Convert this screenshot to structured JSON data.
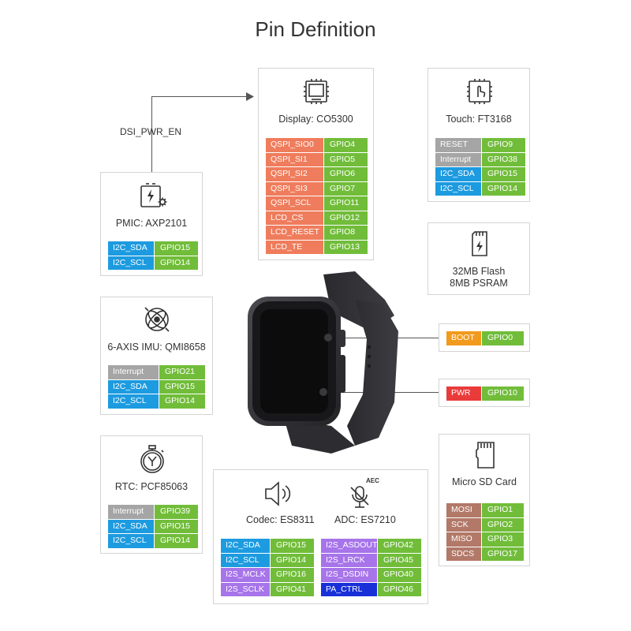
{
  "title": "Pin Definition",
  "colors": {
    "qspi": "#ef7c5c",
    "gpio": "#71bd3a",
    "gray": "#a5a5a5",
    "blue": "#1d9be0",
    "purple": "#a774ea",
    "navy": "#1930d8",
    "boot": "#f29a1c",
    "pwr": "#ea3b3b",
    "sd": "#b27868",
    "card_border": "#d4d4d4",
    "line": "#555555"
  },
  "dsi_label": "DSI_PWR_EN",
  "display": {
    "caption": "Display: CO5300",
    "icon": "display-chip-icon",
    "rows": [
      {
        "pin": "QSPI_SIO0",
        "gpio": "GPIO4",
        "color": "qspi"
      },
      {
        "pin": "QSPI_SI1",
        "gpio": "GPIO5",
        "color": "qspi"
      },
      {
        "pin": "QSPI_SI2",
        "gpio": "GPIO6",
        "color": "qspi"
      },
      {
        "pin": "QSPI_SI3",
        "gpio": "GPIO7",
        "color": "qspi"
      },
      {
        "pin": "QSPI_SCL",
        "gpio": "GPIO11",
        "color": "qspi"
      },
      {
        "pin": "LCD_CS",
        "gpio": "GPIO12",
        "color": "qspi"
      },
      {
        "pin": "LCD_RESET",
        "gpio": "GPIO8",
        "color": "qspi"
      },
      {
        "pin": "LCD_TE",
        "gpio": "GPIO13",
        "color": "qspi"
      }
    ]
  },
  "touch": {
    "caption": "Touch: FT3168",
    "icon": "touch-chip-icon",
    "rows": [
      {
        "pin": "RESET",
        "gpio": "GPIO9",
        "color": "gray"
      },
      {
        "pin": "Interrupt",
        "gpio": "GPIO38",
        "color": "gray"
      },
      {
        "pin": "I2C_SDA",
        "gpio": "GPIO15",
        "color": "blue"
      },
      {
        "pin": "I2C_SCL",
        "gpio": "GPIO14",
        "color": "blue"
      }
    ]
  },
  "pmic": {
    "caption": "PMIC: AXP2101",
    "icon": "battery-gear-icon",
    "rows": [
      {
        "pin": "I2C_SDA",
        "gpio": "GPIO15",
        "color": "blue"
      },
      {
        "pin": "I2C_SCL",
        "gpio": "GPIO14",
        "color": "blue"
      }
    ]
  },
  "flash": {
    "caption_line1": "32MB Flash",
    "caption_line2": "8MB PSRAM",
    "icon": "sd-flash-icon"
  },
  "imu": {
    "caption": "6-AXIS IMU: QMI8658",
    "icon": "gyroscope-icon",
    "rows": [
      {
        "pin": "Interrupt",
        "gpio": "GPIO21",
        "color": "gray"
      },
      {
        "pin": "I2C_SDA",
        "gpio": "GPIO15",
        "color": "blue"
      },
      {
        "pin": "I2C_SCL",
        "gpio": "GPIO14",
        "color": "blue"
      }
    ]
  },
  "boot": {
    "pin": "BOOT",
    "gpio": "GPIO0",
    "color": "boot"
  },
  "pwr": {
    "pin": "PWR",
    "gpio": "GPIO10",
    "color": "pwr"
  },
  "rtc": {
    "caption": "RTC: PCF85063",
    "icon": "stopwatch-icon",
    "rows": [
      {
        "pin": "Interrupt",
        "gpio": "GPIO39",
        "color": "gray"
      },
      {
        "pin": "I2C_SDA",
        "gpio": "GPIO15",
        "color": "blue"
      },
      {
        "pin": "I2C_SCL",
        "gpio": "GPIO14",
        "color": "blue"
      }
    ]
  },
  "audio": {
    "codec_caption": "Codec: ES8311",
    "adc_caption": "ADC: ES7210",
    "codec_icon": "speaker-icon",
    "adc_icon": "microphone-aec-icon",
    "aec_label": "AEC",
    "codec_rows": [
      {
        "pin": "I2C_SDA",
        "gpio": "GPIO15",
        "color": "blue"
      },
      {
        "pin": "I2C_SCL",
        "gpio": "GPIO14",
        "color": "blue"
      },
      {
        "pin": "I2S_MCLK",
        "gpio": "GPIO16",
        "color": "purple"
      },
      {
        "pin": "I2S_SCLK",
        "gpio": "GPIO41",
        "color": "purple"
      }
    ],
    "adc_rows": [
      {
        "pin": "I2S_ASDOUT",
        "gpio": "GPIO42",
        "color": "purple"
      },
      {
        "pin": "I2S_LRCK",
        "gpio": "GPIO45",
        "color": "purple"
      },
      {
        "pin": "I2S_DSDIN",
        "gpio": "GPIO40",
        "color": "purple"
      },
      {
        "pin": "PA_CTRL",
        "gpio": "GPIO46",
        "color": "navy"
      }
    ]
  },
  "sd": {
    "caption": "Micro SD Card",
    "icon": "micro-sd-icon",
    "rows": [
      {
        "pin": "MOSI",
        "gpio": "GPIO1",
        "color": "sd"
      },
      {
        "pin": "SCK",
        "gpio": "GPIO2",
        "color": "sd"
      },
      {
        "pin": "MISO",
        "gpio": "GPIO3",
        "color": "sd"
      },
      {
        "pin": "SDCS",
        "gpio": "GPIO17",
        "color": "sd"
      }
    ]
  }
}
